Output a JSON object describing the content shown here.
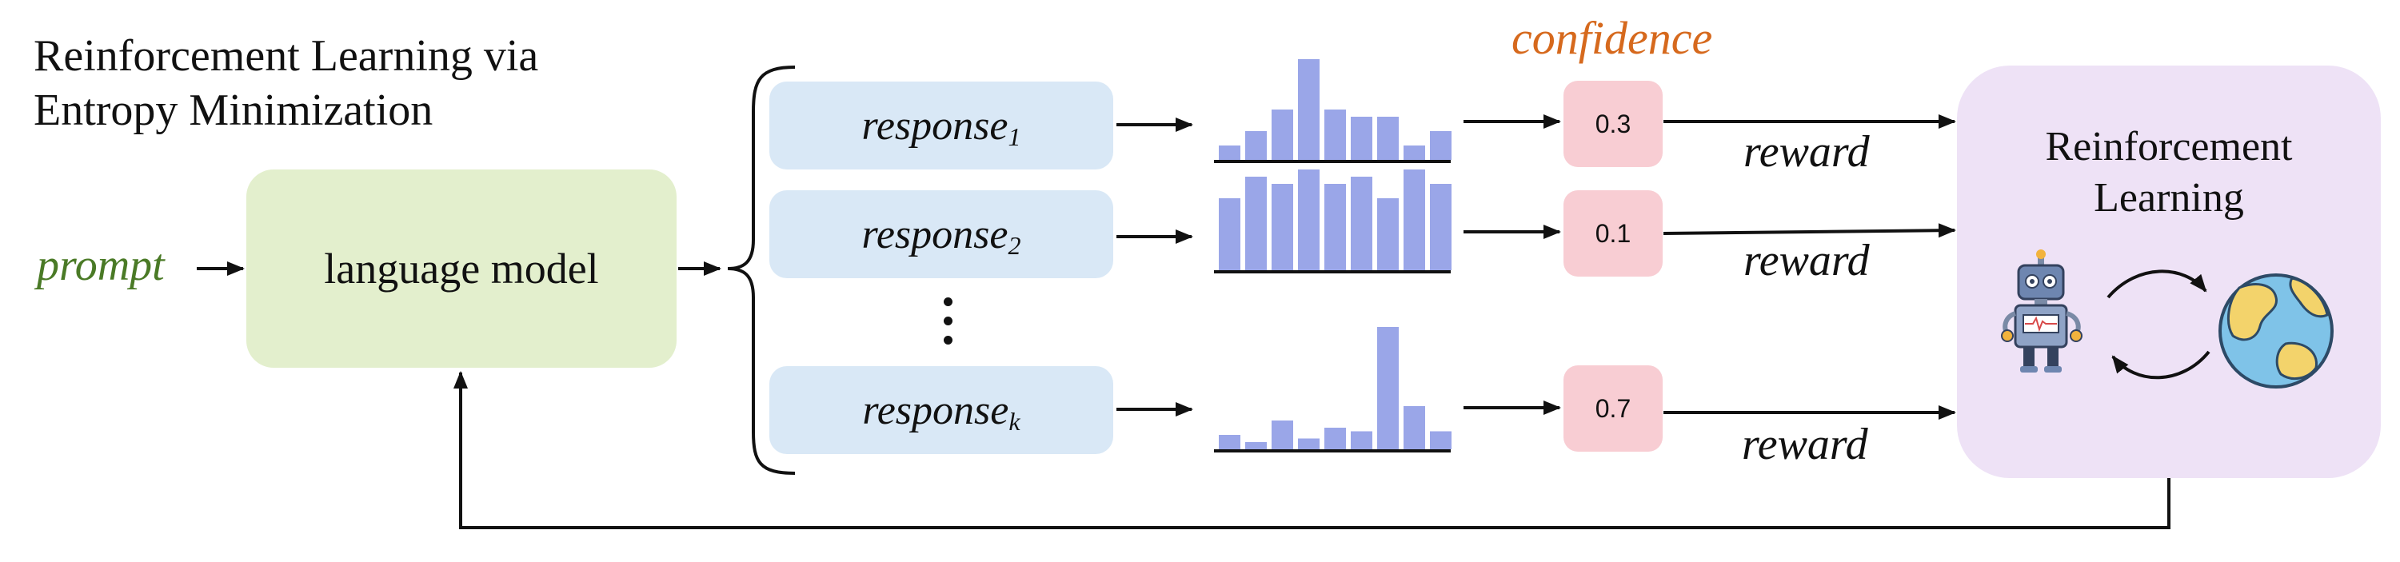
{
  "title_lines": [
    "Reinforcement Learning via",
    "Entropy Minimization"
  ],
  "prompt_label": "prompt",
  "language_model_label": "language model",
  "responses": [
    {
      "word": "response",
      "sub": "1"
    },
    {
      "word": "response",
      "sub": "2"
    },
    {
      "word": "response",
      "sub": "k"
    }
  ],
  "confidence_label": "confidence",
  "scores": [
    "0.3",
    "0.1",
    "0.7"
  ],
  "reward_label": "reward",
  "rl_title_lines": [
    "Reinforcement",
    "Learning"
  ],
  "colors": {
    "prompt": "#4a7a26",
    "language_model_box": "#e3efcd",
    "response_box": "#d9e8f6",
    "confidence": "#d6691d",
    "score_box": "#f8cdd3",
    "rl_box": "#eee2f6",
    "histogram_bar": "#9aa6e8"
  },
  "histograms": [
    [
      2,
      4,
      7,
      14,
      7,
      6,
      6,
      2,
      4
    ],
    [
      10,
      13,
      12,
      14,
      12,
      13,
      10,
      14,
      12
    ],
    [
      2,
      1,
      4,
      1.5,
      3,
      2.5,
      17,
      6,
      2.5
    ]
  ],
  "icons": [
    "robot-icon",
    "globe-icon",
    "cycle-arrows-icon"
  ]
}
